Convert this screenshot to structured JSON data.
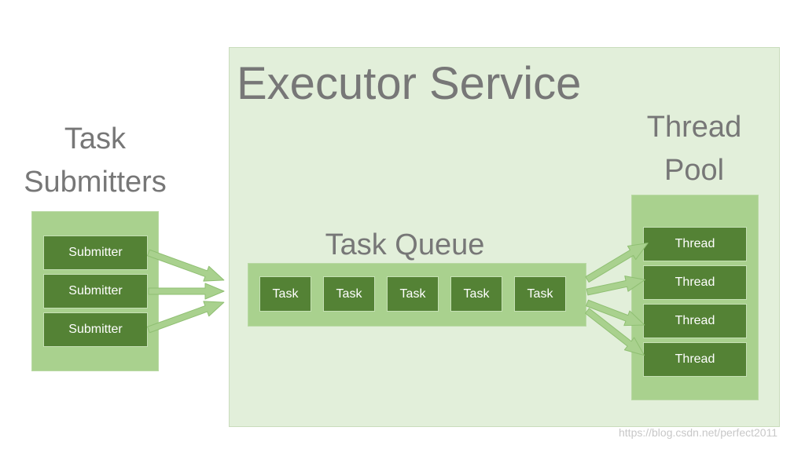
{
  "executor": {
    "title": "Executor Service"
  },
  "submitters": {
    "title_line1": "Task",
    "title_line2": "Submitters",
    "items": [
      "Submitter",
      "Submitter",
      "Submitter"
    ]
  },
  "queue": {
    "title": "Task Queue",
    "items": [
      "Task",
      "Task",
      "Task",
      "Task",
      "Task"
    ]
  },
  "pool": {
    "title_line1": "Thread",
    "title_line2": "Pool",
    "items": [
      "Thread",
      "Thread",
      "Thread",
      "Thread"
    ]
  },
  "watermark": "https://blog.csdn.net/perfect2011",
  "colors": {
    "container": "#e2efda",
    "panel": "#a9d18e",
    "box": "#548235",
    "arrow": "#a9d18e",
    "text": "#777777"
  }
}
